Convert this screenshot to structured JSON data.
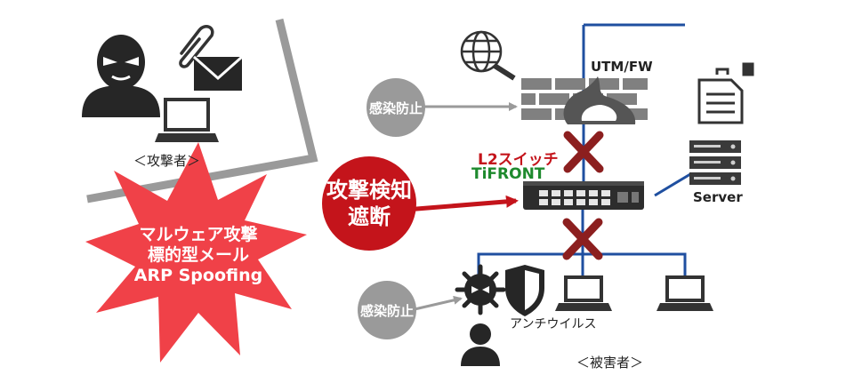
{
  "labels": {
    "attacker": "＜攻撃者＞",
    "victim": "＜被害者＞",
    "utm_fw": "UTM/FW",
    "switch_line1": "L2スイッチ",
    "switch_line2": "TiFRONT",
    "server": "Server",
    "antivirus": "アンチウイルス"
  },
  "bubbles": {
    "prevention_top": "感染防止",
    "prevention_bottom": "感染防止",
    "detect_line1": "攻撃検知",
    "detect_line2": "遮断"
  },
  "burst": {
    "line1": "マルウェア攻撃",
    "line2": "標的型メール",
    "line3": "ARP Spoofing"
  },
  "colors": {
    "accent_red": "#c4141b",
    "switch_green": "#1e8a2e",
    "network_blue": "#1f4fa0",
    "gray": "#9a9a9a",
    "burst_red": "#f04148",
    "dark": "#262626"
  }
}
